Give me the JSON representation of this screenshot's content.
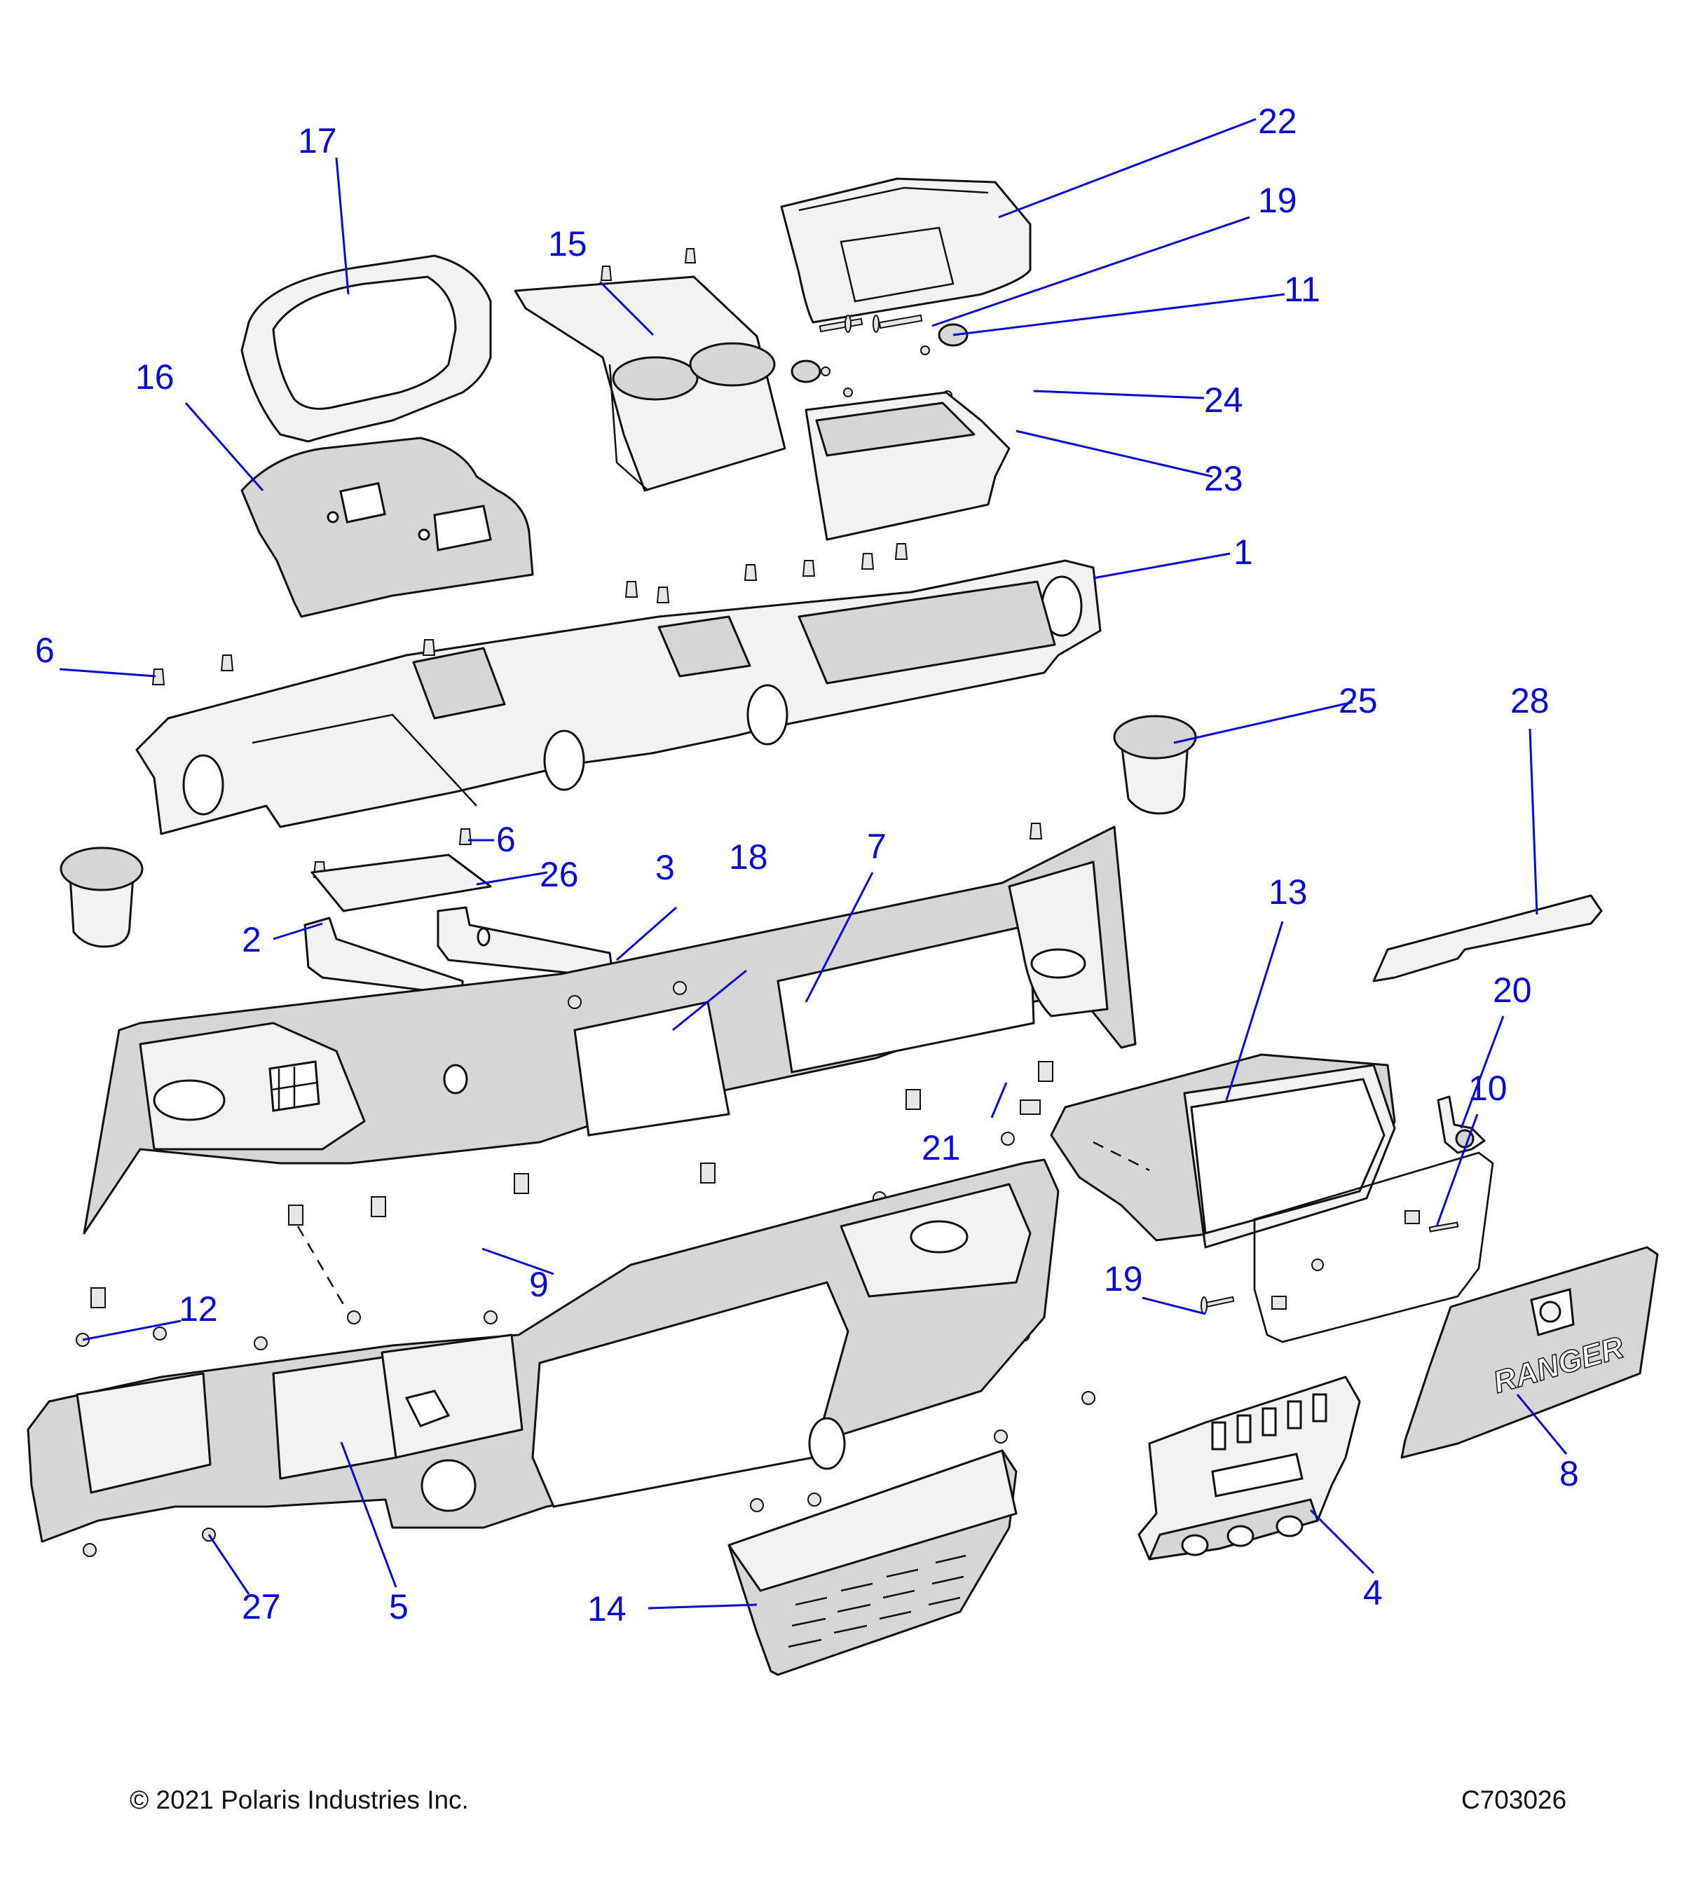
{
  "diagram": {
    "title_region": "dashboard-exploded-view",
    "callouts": [
      {
        "id": "c1",
        "label": "1"
      },
      {
        "id": "c2",
        "label": "2"
      },
      {
        "id": "c3",
        "label": "3"
      },
      {
        "id": "c4",
        "label": "4"
      },
      {
        "id": "c5",
        "label": "5"
      },
      {
        "id": "c6a",
        "label": "6"
      },
      {
        "id": "c6b",
        "label": "6"
      },
      {
        "id": "c7",
        "label": "7"
      },
      {
        "id": "c8",
        "label": "8"
      },
      {
        "id": "c9",
        "label": "9"
      },
      {
        "id": "c10",
        "label": "10"
      },
      {
        "id": "c11",
        "label": "11"
      },
      {
        "id": "c12",
        "label": "12"
      },
      {
        "id": "c13",
        "label": "13"
      },
      {
        "id": "c14",
        "label": "14"
      },
      {
        "id": "c15",
        "label": "15"
      },
      {
        "id": "c16",
        "label": "16"
      },
      {
        "id": "c17",
        "label": "17"
      },
      {
        "id": "c18",
        "label": "18"
      },
      {
        "id": "c19a",
        "label": "19"
      },
      {
        "id": "c19b",
        "label": "19"
      },
      {
        "id": "c20",
        "label": "20"
      },
      {
        "id": "c21",
        "label": "21"
      },
      {
        "id": "c22",
        "label": "22"
      },
      {
        "id": "c23",
        "label": "23"
      },
      {
        "id": "c24",
        "label": "24"
      },
      {
        "id": "c25",
        "label": "25"
      },
      {
        "id": "c26",
        "label": "26"
      },
      {
        "id": "c27",
        "label": "27"
      },
      {
        "id": "c28",
        "label": "28"
      }
    ],
    "glovebox_logo_text": "RANGER"
  },
  "footer": {
    "copyright": "© 2021 Polaris Industries Inc.",
    "drawing_number": "C703026"
  },
  "colors": {
    "callout": "#0a0ad0",
    "part_fill": "#f2f2f2",
    "outline": "#111111"
  }
}
